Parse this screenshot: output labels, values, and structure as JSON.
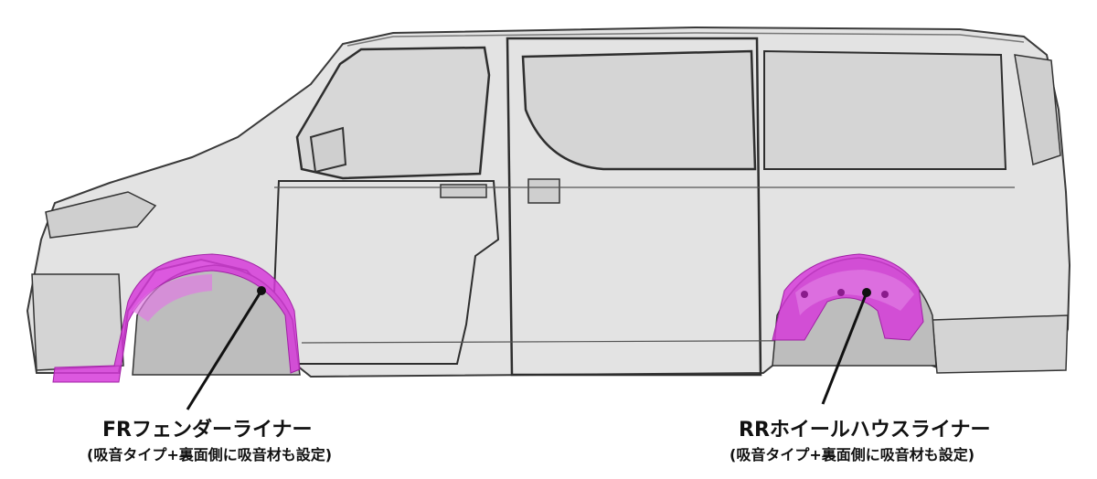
{
  "labels": {
    "front": {
      "title": "FRフェンダーライナー",
      "subtitle": "(吸音タイプ+裏面側に吸音材も設定)"
    },
    "rear": {
      "title": "RRホイールハウスライナー",
      "subtitle": "(吸音タイプ+裏面側に吸音材も設定)"
    }
  },
  "colors": {
    "liner_highlight": "#d63bd9",
    "body_fill": "#e3e3e3",
    "body_line": "#3a3a3a",
    "leader_line": "#111111"
  }
}
